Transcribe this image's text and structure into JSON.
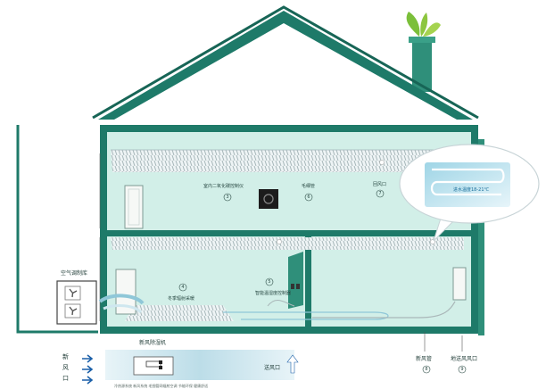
{
  "labels": {
    "control_room": "室内二氧化碳控制仪",
    "control_room_num": "3",
    "pipe_top": "毛细管",
    "pipe_top_num": "6",
    "return_vent_top": "回风口",
    "return_vent_top_num": "7",
    "zoom_text": "进水温度18-21℃",
    "air_unit": "空气调制库",
    "radiant_cooling": "冬季辐射采暖",
    "radiant_cooling_num": "4",
    "temp_controller": "智能温湿度控制器",
    "temp_controller_num": "5",
    "fresh_air_unit": "新风除湿机",
    "supply_vent": "送风口",
    "new_air_pipe": "新风管",
    "new_air_pipe_num": "8",
    "ground_vent": "地送风风口",
    "ground_vent_num": "9",
    "intake_vert": "新风口",
    "bottom_note": "冷热源系统 新风系统 毛细管网辐射空调 节能环保 健康舒适"
  },
  "colors": {
    "house_green": "#1e7a69",
    "wall_fill": "#cfeee6",
    "chimney_green": "#2f8f7a",
    "leaf_green": "#8dc63f",
    "pipe_blue": "#8fc7d8",
    "duct_blue": "#cfe7ef",
    "arrow_blue": "#1a5fa8"
  },
  "icons": [
    "fan-icon",
    "leaf-icon",
    "arrow-icon",
    "thermostat-icon"
  ]
}
